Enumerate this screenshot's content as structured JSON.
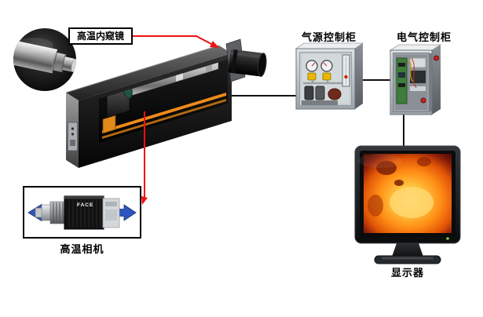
{
  "labels": {
    "endoscope": "高温内窥镜",
    "air_cabinet": "气源控制柜",
    "electric_cabinet": "电气控制柜",
    "camera": "高温相机",
    "monitor": "显示器"
  },
  "camera_box": {
    "brand": "FACE"
  },
  "colors": {
    "connector_red": "#ee1111",
    "connector_black": "#111111",
    "arrow_blue": "#2f55c0",
    "rail_orange": "#ef8b1a",
    "rail_orange_dark": "#b36a12",
    "pilot_red": "#cf1f1f",
    "label_text": "#000000"
  }
}
